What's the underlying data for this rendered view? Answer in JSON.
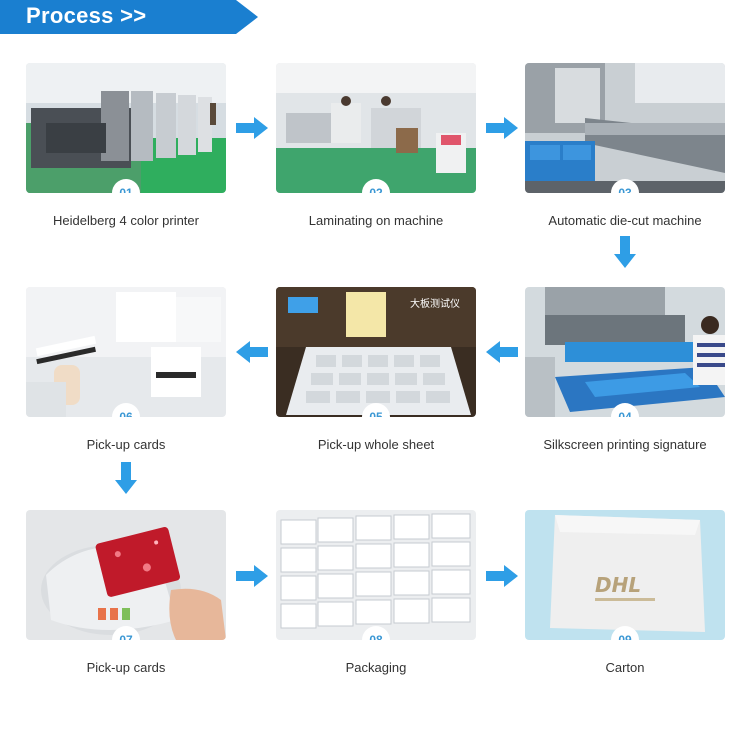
{
  "banner": {
    "title": "Process >>"
  },
  "colors": {
    "banner": "#1a7fd0",
    "arrow": "#2e9ee6",
    "number": "#3a97d4"
  },
  "steps": [
    {
      "number": "01",
      "label": "Heidelberg 4 color printer"
    },
    {
      "number": "02",
      "label": "Laminating on machine"
    },
    {
      "number": "03",
      "label": "Automatic die-cut machine"
    },
    {
      "number": "04",
      "label": "Silkscreen printing signature"
    },
    {
      "number": "05",
      "label": "Pick-up whole sheet"
    },
    {
      "number": "06",
      "label": "Pick-up cards"
    },
    {
      "number": "07",
      "label": "Pick-up cards"
    },
    {
      "number": "08",
      "label": "Packaging"
    },
    {
      "number": "09",
      "label": "Carton"
    }
  ],
  "photo_texts": {
    "tester_sign": "大板测试仪",
    "carton_brand": "DHL"
  }
}
